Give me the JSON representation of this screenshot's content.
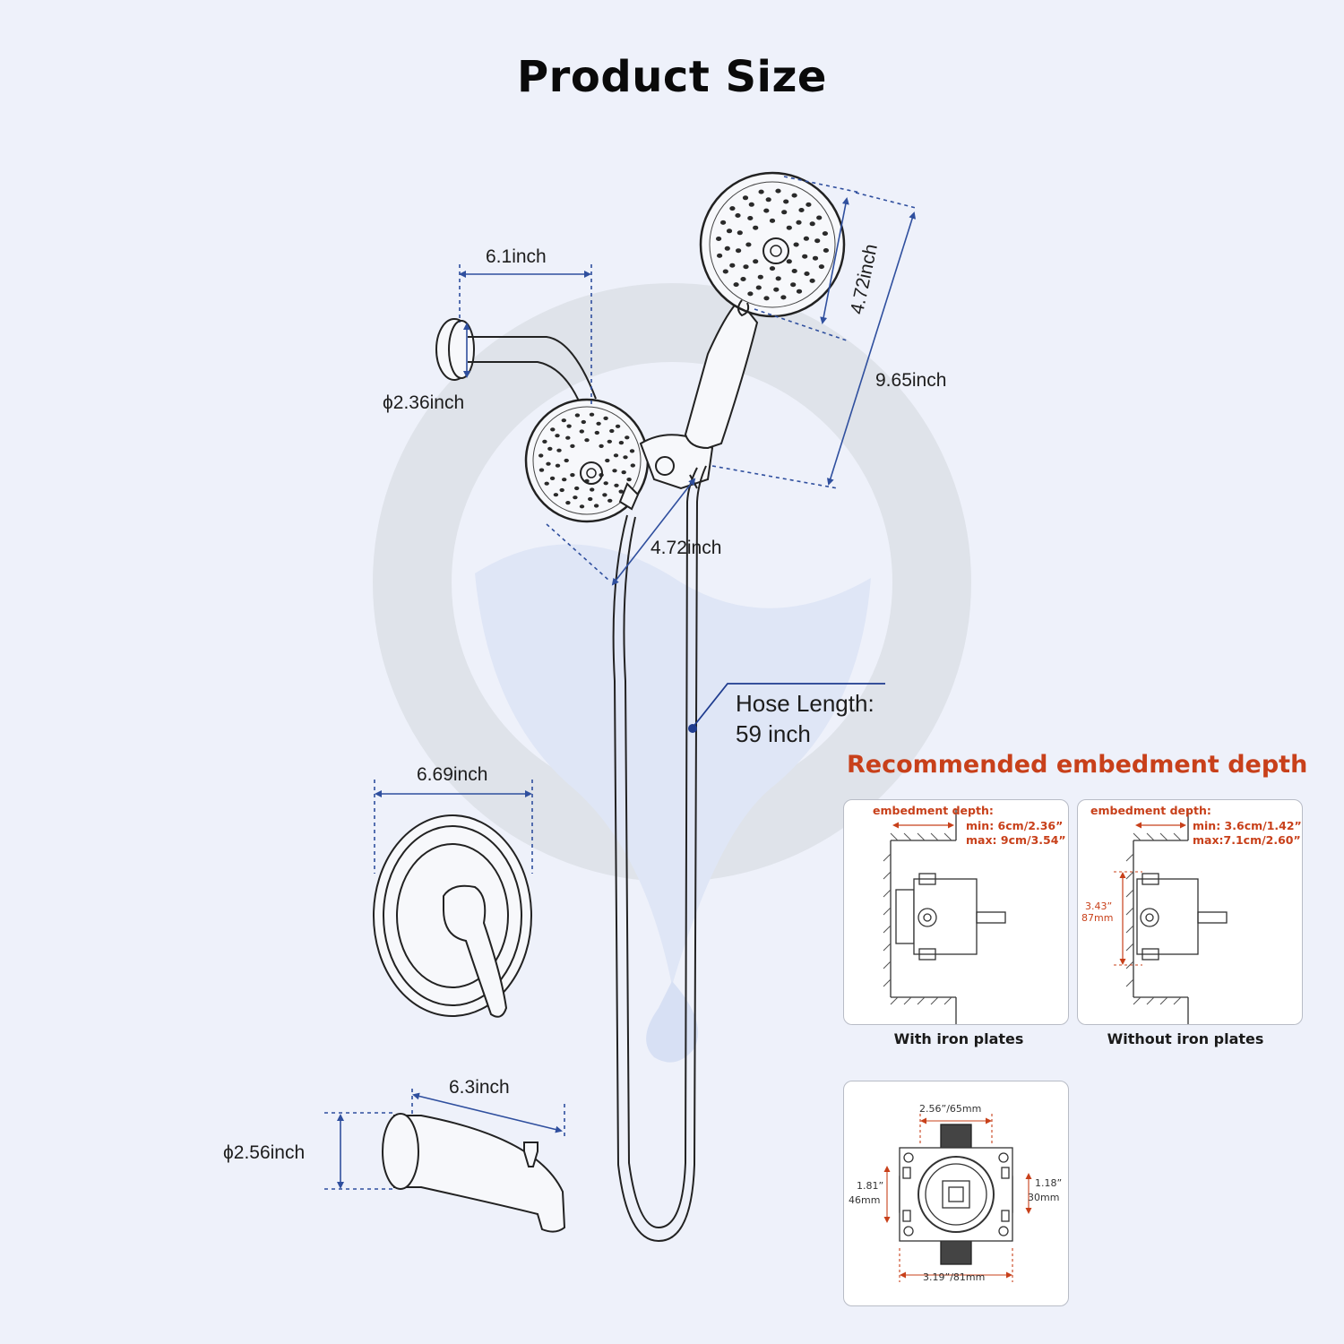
{
  "title": "Product Size",
  "dimensions": {
    "arm_length": "6.1inch",
    "flange_diameter": "ϕ2.36inch",
    "handheld_head_diameter": "4.72inch",
    "handheld_length": "9.65inch",
    "fixed_head_diameter": "4.72inch",
    "trim_plate_width": "6.69inch",
    "spout_length": "6.3inch",
    "spout_flange_diameter": "ϕ2.56inch"
  },
  "hose": {
    "line1": "Hose Length:",
    "line2": "59 inch"
  },
  "embedment": {
    "title": "Recommended embedment depth",
    "with_plates": {
      "label": "embedment depth:",
      "min": "min: 6cm/2.36”",
      "max": "max: 9cm/3.54”",
      "caption": "With iron plates"
    },
    "without_plates": {
      "label": "embedment depth:",
      "min": "min: 3.6cm/1.42”",
      "max": "max:7.1cm/2.60”",
      "side_in": "3.43”",
      "side_mm": "87mm",
      "caption": "Without iron plates"
    },
    "valve_front": {
      "top": "2.56”/65mm",
      "left_in": "1.81”",
      "left_mm": "46mm",
      "right_in": "1.18”",
      "right_mm": "30mm",
      "bottom": "3.19”/81mm"
    }
  },
  "colors": {
    "background": "#eef1fa",
    "dimension_line": "#2f4f9e",
    "accent": "#c8401a",
    "watermark": "#e2e5ec"
  }
}
